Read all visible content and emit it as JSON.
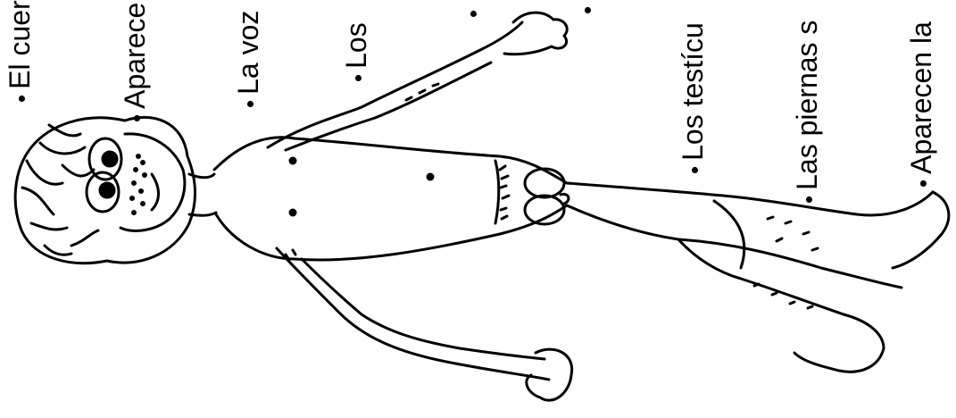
{
  "labels": [
    {
      "text": "El cuer",
      "bullet": "•"
    },
    {
      "text": "Aparece",
      "bullet": "•"
    },
    {
      "text": "La voz",
      "bullet": "•"
    },
    {
      "text": "Los",
      "bullet": "•"
    },
    {
      "text": "",
      "bullet": "•"
    },
    {
      "text": "",
      "bullet": "•"
    },
    {
      "text": "Los testícu",
      "bullet": "•"
    },
    {
      "text": "Las piernas s",
      "bullet": "•"
    },
    {
      "text": "Aparecen la",
      "bullet": "•"
    }
  ],
  "colors": {
    "ink": "#000000",
    "paper": "#ffffff"
  }
}
